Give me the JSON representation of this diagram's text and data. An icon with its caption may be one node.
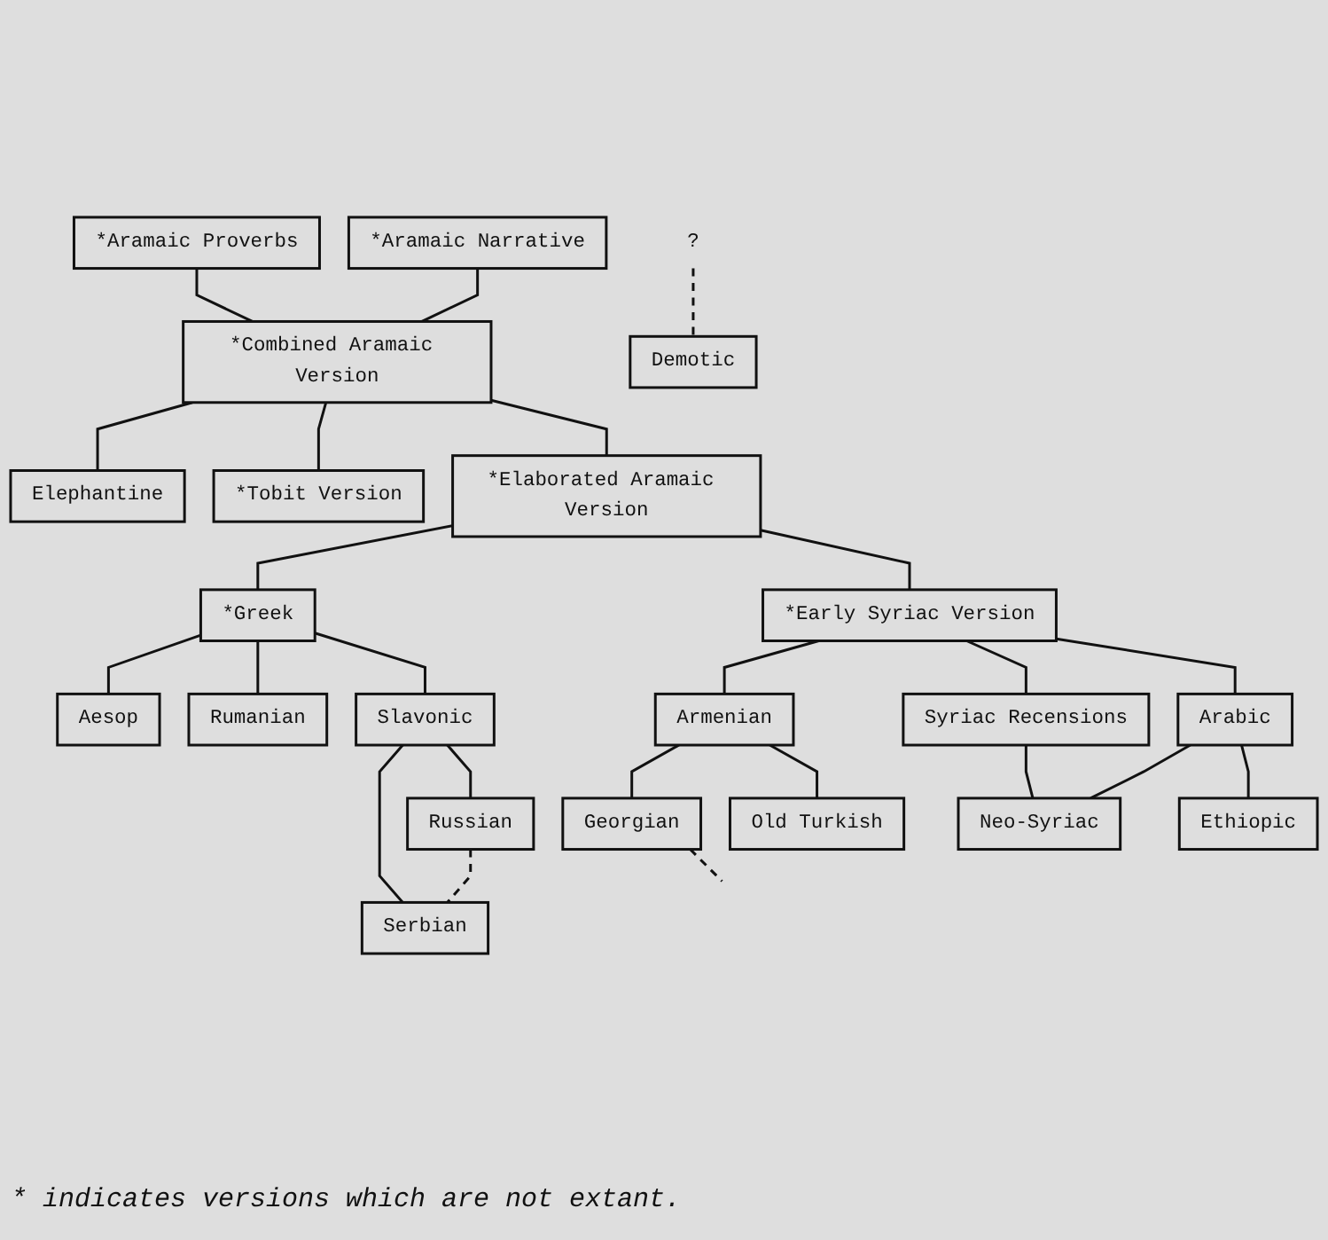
{
  "diagram": {
    "caption": "* indicates versions which are not extant.",
    "nodes": [
      {
        "text": [
          "*Aramaic Proverbs"
        ]
      },
      {
        "text": [
          "*Aramaic Narrative"
        ]
      },
      {
        "text": [
          "*Combined Aramaic Version"
        ]
      },
      {
        "text": [
          "Elephantine"
        ]
      },
      {
        "text": [
          "*Tobit Version"
        ]
      },
      {
        "text": [
          "?"
        ]
      },
      {
        "text": [
          "Demotic"
        ]
      },
      {
        "text": [
          "*Elaborated Aramaic Version"
        ]
      },
      {
        "text": [
          "*Greek"
        ]
      },
      {
        "text": [
          "Aesop"
        ]
      },
      {
        "text": [
          "*Early Syriac Version"
        ]
      },
      {
        "text": [
          "Armenian"
        ]
      },
      {
        "text": [
          "Syriac Recensions"
        ]
      },
      {
        "text": [
          "Arabic"
        ]
      },
      {
        "text": [
          "Old Turkish"
        ]
      },
      {
        "text": [
          "Ethiopic"
        ]
      },
      {
        "text": [
          "Slavonic"
        ]
      },
      {
        "text": [
          "Rumanian"
        ]
      },
      {
        "text": [
          "Georgian"
        ]
      },
      {
        "text": [
          "Russian"
        ]
      },
      {
        "text": [
          "Serbian"
        ]
      },
      {
        "text": [
          "Neo-Syriac"
        ]
      }
    ],
    "edges": [
      {
        "from": 0,
        "to": 2,
        "arrow": "none"
      },
      {
        "from": 1,
        "to": 2,
        "arrow": "none"
      },
      {
        "from": 2,
        "to": 3,
        "arrow": "none"
      },
      {
        "from": 2,
        "to": 4,
        "arrow": "none"
      },
      {
        "from": 2,
        "to": 7,
        "arrow": "none"
      },
      {
        "from": 5,
        "to": 6,
        "arrow": "none",
        "style": "dashed"
      },
      {
        "from": 7,
        "to": 8,
        "arrow": "none"
      },
      {
        "from": 7,
        "to": 10,
        "arrow": "none"
      },
      {
        "from": 8,
        "to": 9,
        "arrow": "none"
      },
      {
        "from": 8,
        "to": 17,
        "arrow": "none"
      },
      {
        "from": 8,
        "to": 16,
        "arrow": "none"
      },
      {
        "from": 16,
        "to": 20,
        "arrow": "none"
      },
      {
        "from": 16,
        "to": 19,
        "arrow": "none"
      },
      {
        "from": 19,
        "to": 20,
        "arrow": "none",
        "style": "dashed"
      },
      {
        "from": 10,
        "to": 11,
        "arrow": "none"
      },
      {
        "from": 10,
        "to": 12,
        "arrow": "none"
      },
      {
        "from": 10,
        "to": 13,
        "arrow": "none"
      },
      {
        "from": 11,
        "to": 18,
        "arrow": "none"
      },
      {
        "from": 11,
        "to": 14,
        "arrow": "none"
      },
      {
        "from": 12,
        "to": 21,
        "arrow": "none"
      },
      {
        "from": 13,
        "to": 21,
        "arrow": "none"
      },
      {
        "from": 13,
        "to": 15,
        "arrow": "none"
      },
      {
        "from": 18,
        "to": null,
        "arrow": "none",
        "style": "dashed"
      }
    ]
  }
}
